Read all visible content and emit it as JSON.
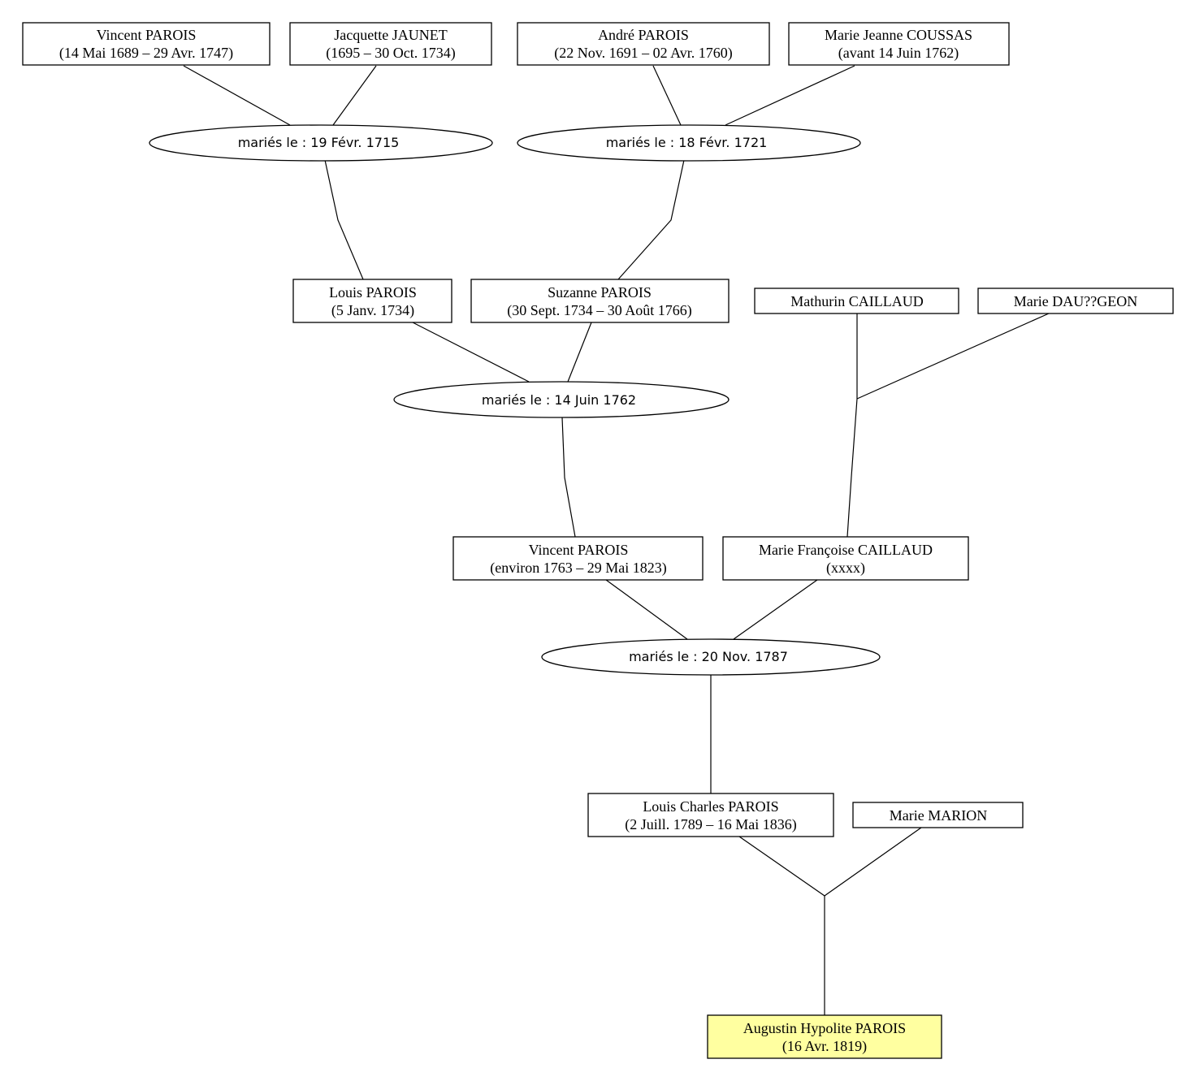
{
  "highlight_color": "#ffffa0",
  "people": {
    "vincent_1689": {
      "name": "Vincent PAROIS",
      "dates": "(14 Mai 1689 – 29 Avr. 1747)"
    },
    "jacquette": {
      "name": "Jacquette JAUNET",
      "dates": "(1695 – 30 Oct. 1734)"
    },
    "andre": {
      "name": "André PAROIS",
      "dates": "(22 Nov. 1691 – 02 Avr. 1760)"
    },
    "marie_jeanne": {
      "name": "Marie Jeanne COUSSAS",
      "dates": "(avant 14 Juin 1762)"
    },
    "louis": {
      "name": "Louis PAROIS",
      "dates": "(5 Janv. 1734)"
    },
    "suzanne": {
      "name": "Suzanne PAROIS",
      "dates": "(30 Sept. 1734 – 30 Août 1766)"
    },
    "mathurin": {
      "name": "Mathurin CAILLAUD"
    },
    "marie_dau": {
      "name": "Marie DAU??GEON"
    },
    "vincent_1763": {
      "name": "Vincent PAROIS",
      "dates": "(environ 1763 – 29 Mai 1823)"
    },
    "marie_francoise": {
      "name": "Marie Françoise CAILLAUD",
      "dates": "(xxxx)"
    },
    "louis_charles": {
      "name": "Louis Charles PAROIS",
      "dates": "(2 Juill. 1789 – 16 Mai 1836)"
    },
    "marie_marion": {
      "name": "Marie MARION"
    },
    "augustin": {
      "name": "Augustin Hypolite PAROIS",
      "dates": "(16 Avr. 1819)"
    }
  },
  "marriages": {
    "m1715": "mariés le : 19 Févr. 1715",
    "m1721": "mariés le : 18 Févr. 1721",
    "m1762": "mariés le : 14 Juin 1762",
    "m1787": "mariés le : 20 Nov. 1787"
  }
}
